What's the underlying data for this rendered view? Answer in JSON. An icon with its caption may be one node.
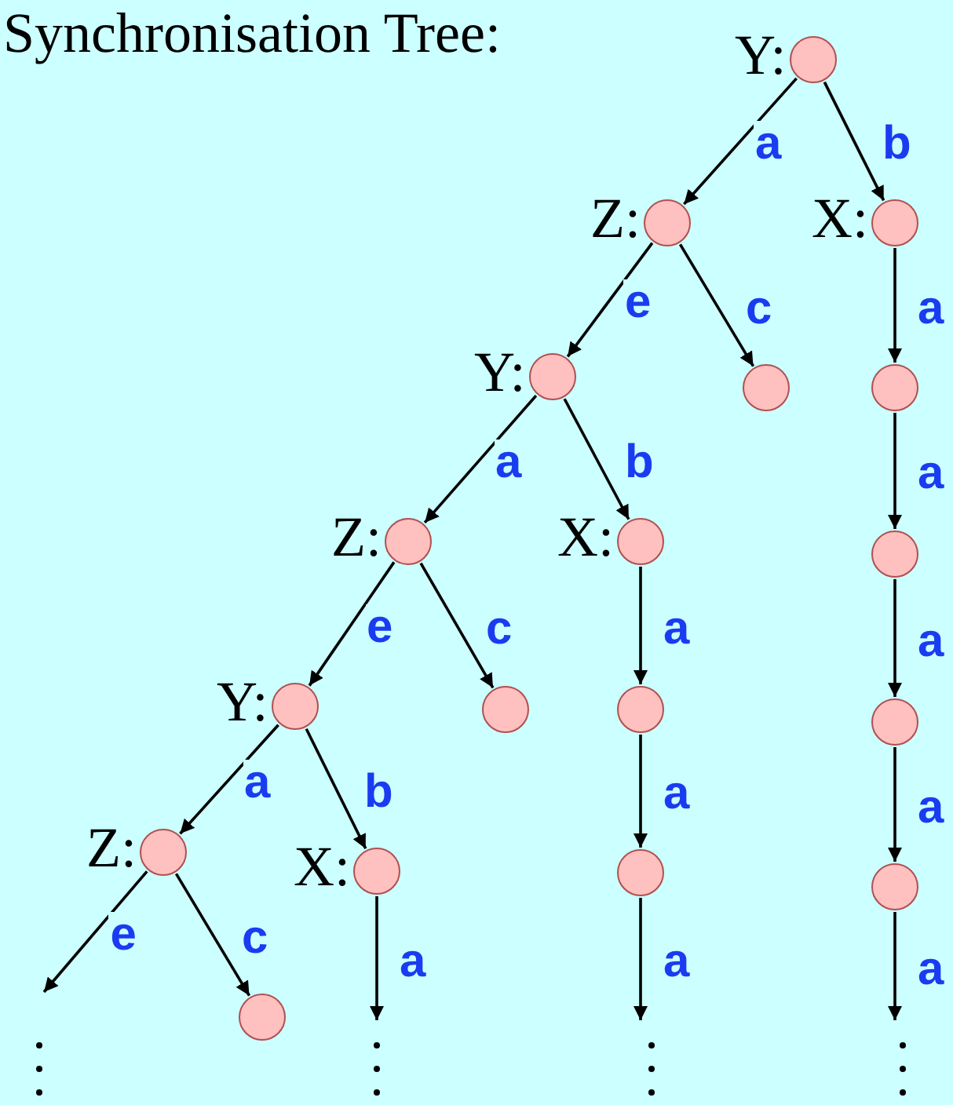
{
  "diagram": {
    "title": "Synchronisation Tree:",
    "nodes": [
      {
        "text": [],
        "shape": "circle",
        "beside": [
          "Y:"
        ]
      },
      {
        "text": [],
        "shape": "circle",
        "beside": [
          "Z:"
        ]
      },
      {
        "text": [],
        "shape": "circle",
        "beside": [
          "X:"
        ]
      },
      {
        "text": [],
        "shape": "circle",
        "beside": [
          "Y:"
        ]
      },
      {
        "text": [],
        "shape": "circle"
      },
      {
        "text": [],
        "shape": "circle"
      },
      {
        "text": [],
        "shape": "circle",
        "beside": [
          "Z:"
        ]
      },
      {
        "text": [],
        "shape": "circle",
        "beside": [
          "X:"
        ]
      },
      {
        "text": [],
        "shape": "circle"
      },
      {
        "text": [],
        "shape": "circle",
        "beside": [
          "Y:"
        ]
      },
      {
        "text": [],
        "shape": "circle"
      },
      {
        "text": [],
        "shape": "circle"
      },
      {
        "text": [],
        "shape": "circle"
      },
      {
        "text": [],
        "shape": "circle",
        "beside": [
          "Z:"
        ]
      },
      {
        "text": [],
        "shape": "circle",
        "beside": [
          "X:"
        ]
      },
      {
        "text": [],
        "shape": "circle"
      },
      {
        "text": [],
        "shape": "circle"
      },
      {
        "text": [],
        "shape": "circle"
      }
    ],
    "edges": [
      {
        "from": 0,
        "to": 1,
        "arrow": "to",
        "label": "a"
      },
      {
        "from": 0,
        "to": 2,
        "arrow": "to",
        "label": "b"
      },
      {
        "from": 1,
        "to": 3,
        "arrow": "to",
        "label": "e"
      },
      {
        "from": 1,
        "to": 4,
        "arrow": "to",
        "label": "c"
      },
      {
        "from": 2,
        "to": 5,
        "arrow": "to",
        "label": "a"
      },
      {
        "from": 3,
        "to": 6,
        "arrow": "to",
        "label": "a"
      },
      {
        "from": 3,
        "to": 7,
        "arrow": "to",
        "label": "b"
      },
      {
        "from": 5,
        "to": 8,
        "arrow": "to",
        "label": "a"
      },
      {
        "from": 6,
        "to": 9,
        "arrow": "to",
        "label": "e"
      },
      {
        "from": 6,
        "to": 10,
        "arrow": "to",
        "label": "c"
      },
      {
        "from": 7,
        "to": 11,
        "arrow": "to",
        "label": "a"
      },
      {
        "from": 8,
        "to": 12,
        "arrow": "to",
        "label": "a"
      },
      {
        "from": 9,
        "to": 13,
        "arrow": "to",
        "label": "a"
      },
      {
        "from": 9,
        "to": 14,
        "arrow": "to",
        "label": "b"
      },
      {
        "from": 11,
        "to": 15,
        "arrow": "to",
        "label": "a"
      },
      {
        "from": 12,
        "to": 16,
        "arrow": "to",
        "label": "a"
      },
      {
        "from": 13,
        "to": null,
        "arrow": "to",
        "label": "e"
      },
      {
        "from": 13,
        "to": 17,
        "arrow": "to",
        "label": "c"
      },
      {
        "from": 14,
        "to": null,
        "arrow": "to",
        "label": "a"
      },
      {
        "from": 15,
        "to": null,
        "arrow": "to",
        "label": "a"
      },
      {
        "from": 16,
        "to": null,
        "arrow": "to",
        "label": "a"
      }
    ]
  }
}
